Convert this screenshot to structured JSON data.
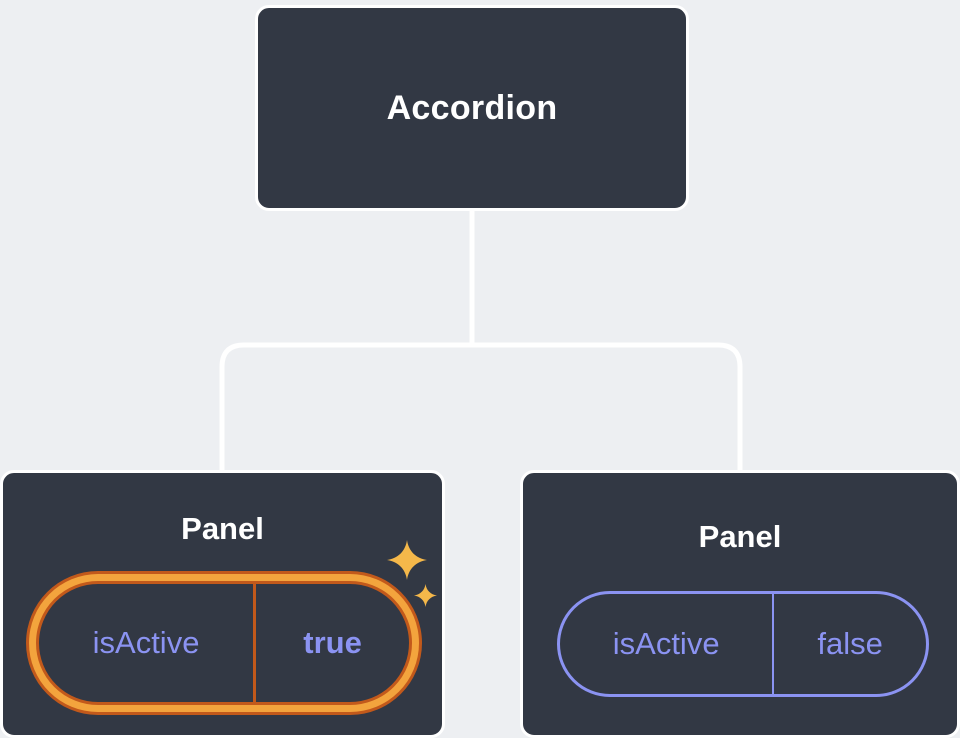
{
  "diagram": {
    "root": {
      "label": "Accordion"
    },
    "panels": [
      {
        "title": "Panel",
        "prop_name": "isActive",
        "prop_value": "true",
        "highlighted": true
      },
      {
        "title": "Panel",
        "prop_name": "isActive",
        "prop_value": "false",
        "highlighted": false
      }
    ],
    "colors": {
      "page_background": "#edeff2",
      "node_background": "#323844",
      "node_border": "#ffffff",
      "connector": "#ffffff",
      "prop_text": "#8b93f2",
      "highlight_ring_gold": "#f3a43d",
      "highlight_ring_orange": "#c2591b",
      "sparkle": "#f5b84a"
    },
    "icons": [
      {
        "name": "sparkle-icon-large"
      },
      {
        "name": "sparkle-icon-small"
      }
    ]
  }
}
